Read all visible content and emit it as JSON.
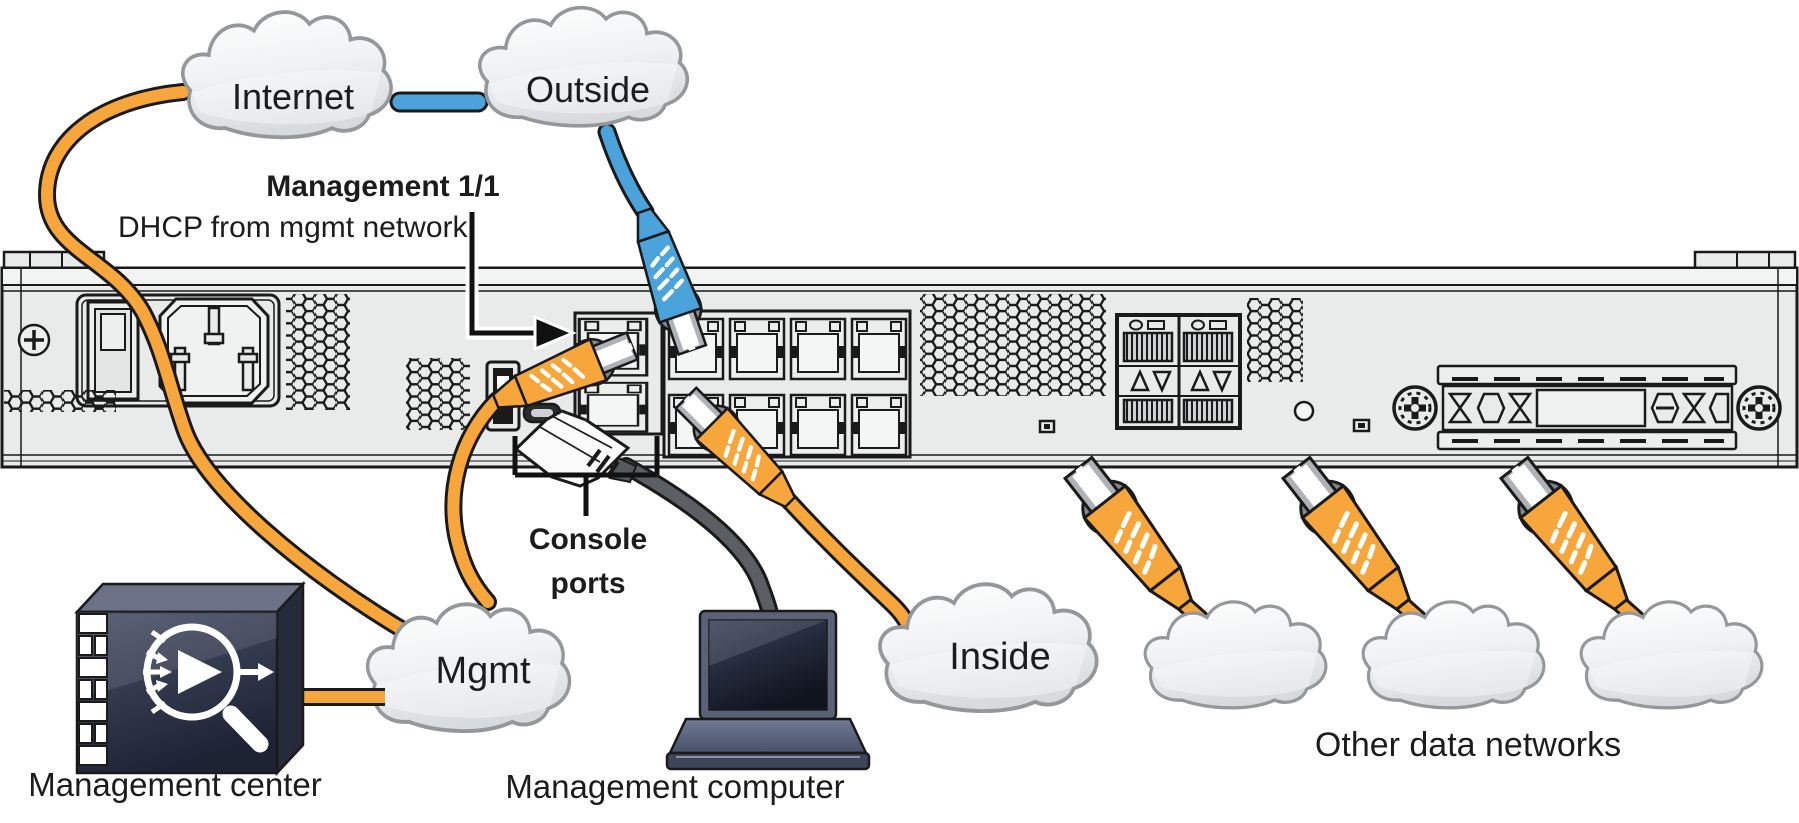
{
  "clouds": {
    "internet": "Internet",
    "outside": "Outside",
    "mgmt": "Mgmt",
    "inside": "Inside"
  },
  "annotations": {
    "management_port_label": "Management 1/1",
    "management_port_sublabel": "DHCP from mgmt network",
    "console_line1": "Console",
    "console_line2": "ports"
  },
  "captions": {
    "management_center": "Management center",
    "management_computer": "Management computer",
    "other_networks": "Other data networks"
  },
  "colors": {
    "cable_orange": "#F6A63B",
    "cable_blue": "#4AA4DB",
    "console_cable_gray": "#5B5E63",
    "chassis_fill": "#E9EAEA",
    "outline": "#1A1A1A",
    "cloud_border": "#95989B",
    "appliance_navy": "#333A4F"
  },
  "icons": {
    "management_center": "firewall-management-center-icon",
    "management_computer": "laptop-icon",
    "network": "cloud-icon",
    "cable_connector": "rj45-connector-icon"
  }
}
